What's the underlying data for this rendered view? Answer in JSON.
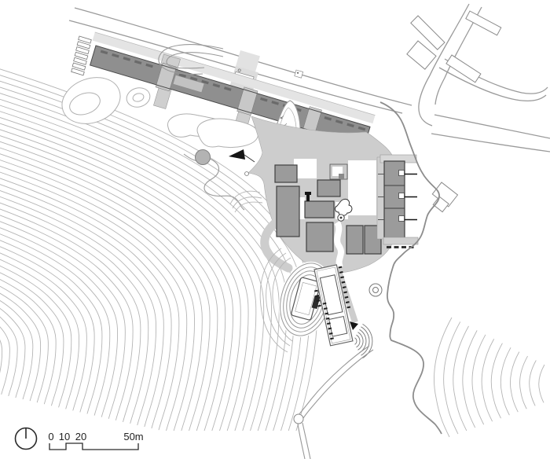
{
  "scale_bar": {
    "labels": [
      "0",
      "10",
      "20",
      "50m"
    ]
  },
  "north_indicator": {
    "icon": "north-arrow-icon"
  },
  "colors": {
    "bg": "#ffffff",
    "contour": "#b5b5b5",
    "road": "#9a9a9a",
    "site_boundary": "#8d8d8d",
    "plaza": "#cdcdcd",
    "building": "#9b9b9b",
    "building_outline": "#3f3f3f",
    "accent": "#151515"
  }
}
